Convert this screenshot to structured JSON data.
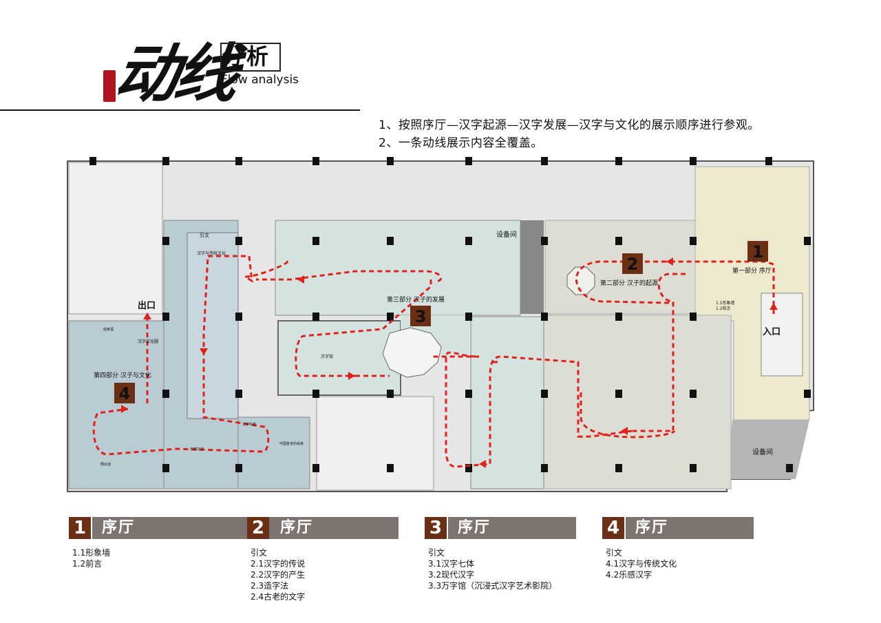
{
  "header": {
    "title_cn": "动线",
    "title_sub": "分析",
    "title_en": "Flow analysis"
  },
  "intro": [
    "1、按照序厅—汉字起源—汉字发展—汉字与文化的展示顺序进行参观。",
    "2、一条动线展示内容全覆盖。"
  ],
  "plan": {
    "markers": [
      "1",
      "2",
      "3",
      "4"
    ],
    "entrance": "入口",
    "exit": "出口",
    "rooms": {
      "equipment_top": "设备间",
      "equipment_right": "设备间",
      "section1": "第一部分  序厅",
      "section2": "第二部分  汉子的起源",
      "section3": "第三部分  汉子的发展",
      "section4": "第四部分  汉子与文化",
      "wanzi": "万字馆",
      "yinwen": "引文",
      "hanzi_chuantong": "汉字与传统文化",
      "hanzi_wenhua": "汉字文化圈",
      "jieshu": "结束语",
      "zhongguo_jiaju": "中国各省的由来",
      "yuegan": "乐感汉字",
      "hanzi_kepu": "汉字科普",
      "xiangyu": "翔云谜",
      "sec1_items": "1.1形象墙\n1.2前言"
    },
    "colors": {
      "route": "#e0201b",
      "marker_bg": "#6b2f16",
      "section1_fill": "#ece9cf",
      "section2_fill": "#ddddd4",
      "section3_fill": "#d4e3e0",
      "section4_fill": "#b9ccd4",
      "corridor_fill": "#e6e6e6",
      "pillar": "#111111"
    }
  },
  "legend": [
    {
      "num": "1",
      "title": "序厅",
      "items": [
        "1.1形象墙",
        "1.2前言"
      ]
    },
    {
      "num": "2",
      "title": "序厅",
      "items": [
        "引文",
        "2.1汉字的传说",
        "2.2汉字的产生",
        "2.3造字法",
        "2.4古老的文字"
      ]
    },
    {
      "num": "3",
      "title": "序厅",
      "items": [
        "引文",
        "3.1汉字七体",
        "3.2现代汉字",
        "3.3万字馆（沉浸式汉字艺术影院）"
      ]
    },
    {
      "num": "4",
      "title": "序厅",
      "items": [
        "引文",
        "4.1汉字与传统文化",
        "4.2乐感汉字"
      ]
    }
  ]
}
